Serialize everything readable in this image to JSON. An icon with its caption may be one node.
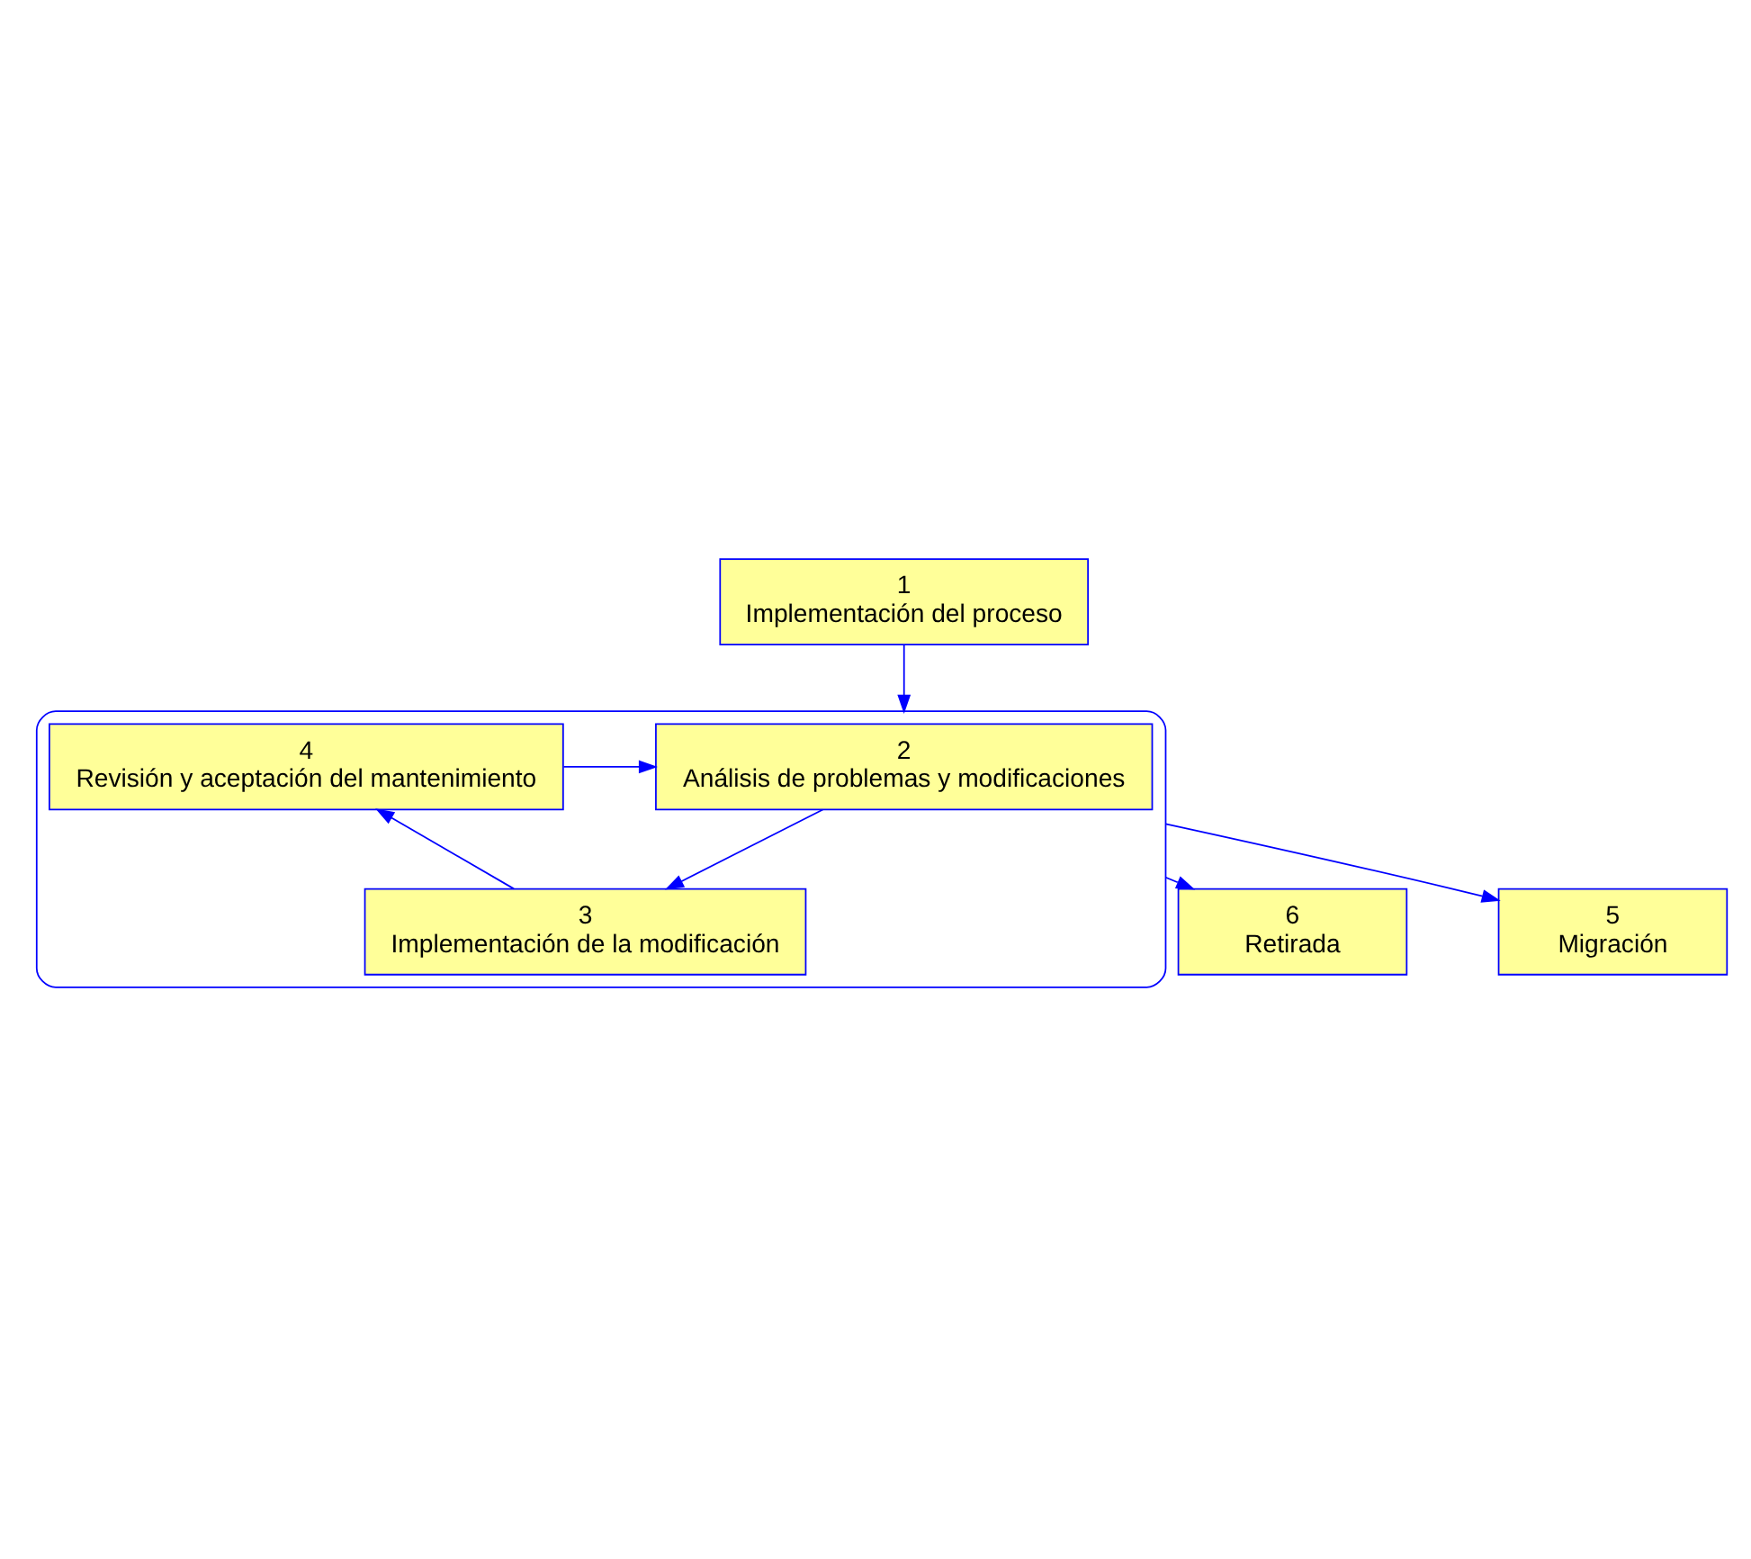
{
  "diagram": {
    "nodes": [
      {
        "text": [
          "1",
          "Implementación del proceso"
        ]
      },
      {
        "text": [],
        "shape": "ellipse"
      },
      {
        "text": [
          "2",
          "Análisis de problemas y modificaciones"
        ],
        "in": 1
      },
      {
        "text": [
          "4",
          "Revisión y aceptación del mantenimiento"
        ],
        "in": 1
      },
      {
        "text": [
          "3",
          "Implementación de la modificación"
        ],
        "in": 1
      },
      {
        "text": [
          "6",
          "Retirada"
        ]
      },
      {
        "text": [
          "5",
          "Migración"
        ]
      }
    ],
    "edges": [
      {
        "from": 0,
        "to": 1,
        "arrow": "to"
      },
      {
        "from": 3,
        "to": 2,
        "arrow": "to"
      },
      {
        "from": 2,
        "to": 4,
        "arrow": "to"
      },
      {
        "from": 4,
        "to": 3,
        "arrow": "to"
      },
      {
        "from": 1,
        "to": 5,
        "arrow": "to"
      },
      {
        "from": 1,
        "to": 6,
        "arrow": "to"
      }
    ]
  }
}
